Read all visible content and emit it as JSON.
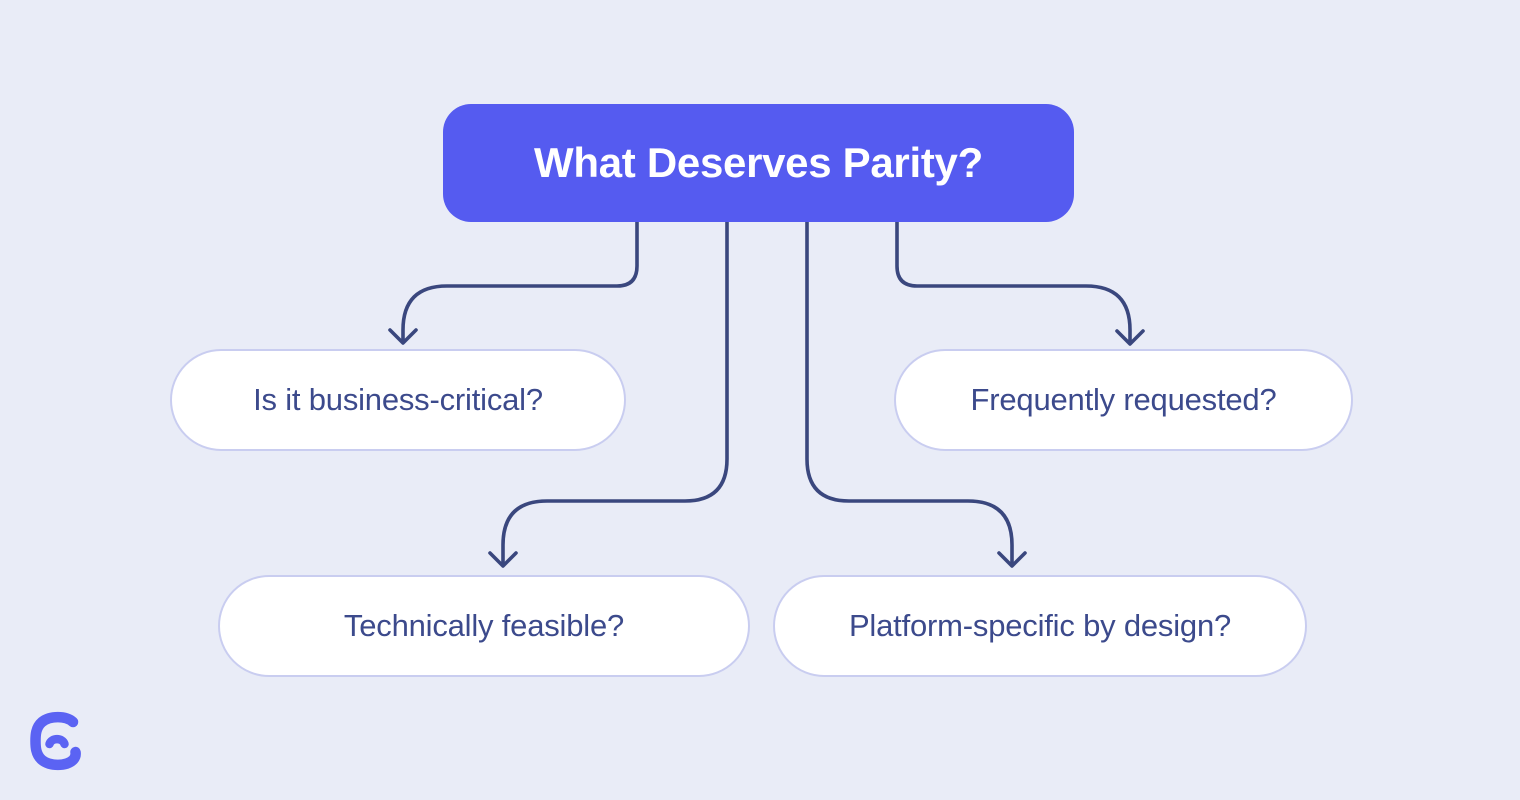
{
  "header": {
    "title": "What Deserves Parity?"
  },
  "nodes": [
    {
      "label": "Is it business-critical?"
    },
    {
      "label": "Frequently requested?"
    },
    {
      "label": "Technically feasible?"
    },
    {
      "label": "Platform-specific by design?"
    }
  ],
  "footer": {
    "logo_icon": "c-mark-logo-icon"
  },
  "colors": {
    "background": "#e9ecf7",
    "accent": "#555bf0",
    "node_fill": "#ffffff",
    "node_border": "#c9cdf0",
    "node_text": "#3c4a8c",
    "connector": "#3a477e",
    "logo": "#5b63f3"
  }
}
